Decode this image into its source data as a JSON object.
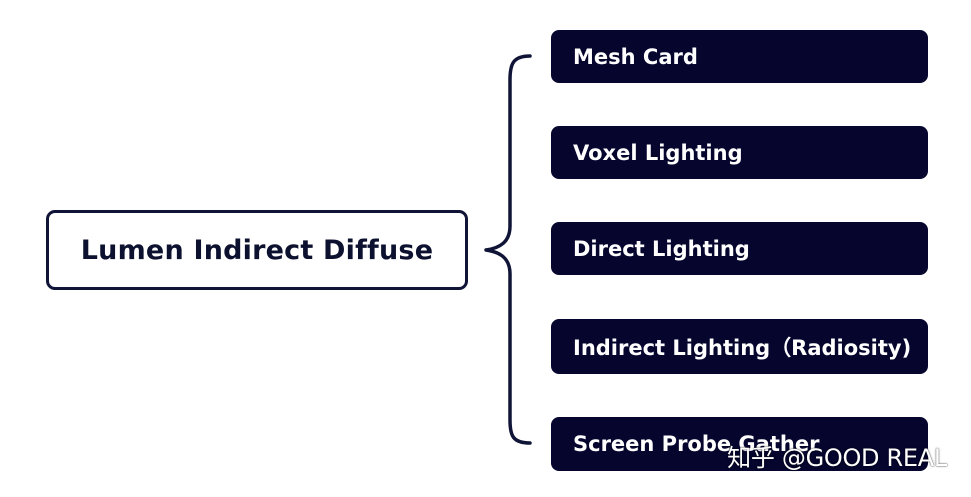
{
  "diagram": {
    "root": {
      "label": "Lumen Indirect Diffuse"
    },
    "children": [
      {
        "label": "Mesh Card"
      },
      {
        "label": "Voxel Lighting"
      },
      {
        "label": "Direct Lighting"
      },
      {
        "label": "Indirect Lighting（Radiosity)"
      },
      {
        "label": "Screen Probe Gather"
      }
    ]
  },
  "watermark": {
    "text": "知乎 @GOOD REAL"
  },
  "colors": {
    "node_fill": "#05052e",
    "root_border": "#101537",
    "brace_stroke": "#101537",
    "background": "#ffffff",
    "node_text": "#ffffff"
  }
}
